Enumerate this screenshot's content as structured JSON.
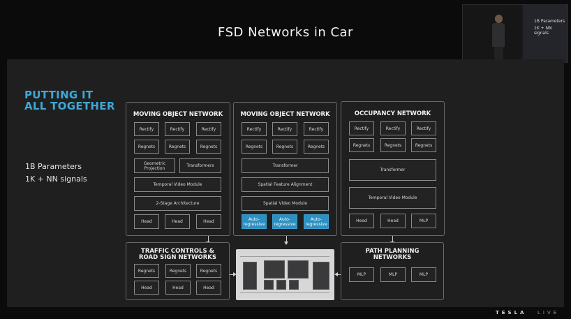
{
  "header": {
    "title": "FSD Networks in Car"
  },
  "presenter_inset": {
    "screen_lines": [
      "1B Parameters",
      "1K + NN signals"
    ]
  },
  "slide": {
    "heading_lines": [
      "PUTTING IT",
      "ALL TOGETHER"
    ],
    "stats": [
      "1B Parameters",
      "1K + NN signals"
    ],
    "accent_color": "#3ea8d6",
    "panels": {
      "mo1": {
        "title": "MOVING OBJECT NETWORK",
        "row1": [
          "Rectify",
          "Rectify",
          "Rectify"
        ],
        "row2": [
          "Regnets",
          "Regnets",
          "Regnets"
        ],
        "row3": [
          "Geometric Projection",
          "Transformers"
        ],
        "temporal": "Temporal Video Module",
        "stage2": "2-Stage Architecture",
        "heads": [
          "Head",
          "Head",
          "Head"
        ]
      },
      "mo2": {
        "title": "MOVING OBJECT NETWORK",
        "row1": [
          "Rectify",
          "Rectify",
          "Rectify"
        ],
        "row2": [
          "Regnets",
          "Regnets",
          "Regnets"
        ],
        "transformer": "Transformer",
        "spatial_align": "Spatial Feature Alignment",
        "spatial_video": "Spatial Video Module",
        "auto": [
          "Auto-\nregressive",
          "Auto-\nregressive",
          "Auto-\nregressive"
        ]
      },
      "occ": {
        "title": "OCCUPANCY NETWORK",
        "row1": [
          "Rectify",
          "Rectify",
          "Rectify"
        ],
        "row2": [
          "Regnets",
          "Regnets",
          "Regnets"
        ],
        "transformer": "Transformer",
        "temporal": "Temporal Video Module",
        "heads": [
          "Head",
          "Head",
          "MLP"
        ]
      },
      "traffic": {
        "title_lines": [
          "TRAFFIC CONTROLS &",
          "ROAD SIGN NETWORKS"
        ],
        "row1": [
          "Regnets",
          "Regnets",
          "Regnets"
        ],
        "row2": [
          "Head",
          "Head",
          "Head"
        ]
      },
      "path": {
        "title_lines": [
          "PATH PLANNING",
          "NETWORKS"
        ],
        "row1": [
          "MLP",
          "MLP",
          "MLP"
        ]
      }
    }
  },
  "footer": {
    "brand": "TESLA",
    "live": "LIVE"
  }
}
